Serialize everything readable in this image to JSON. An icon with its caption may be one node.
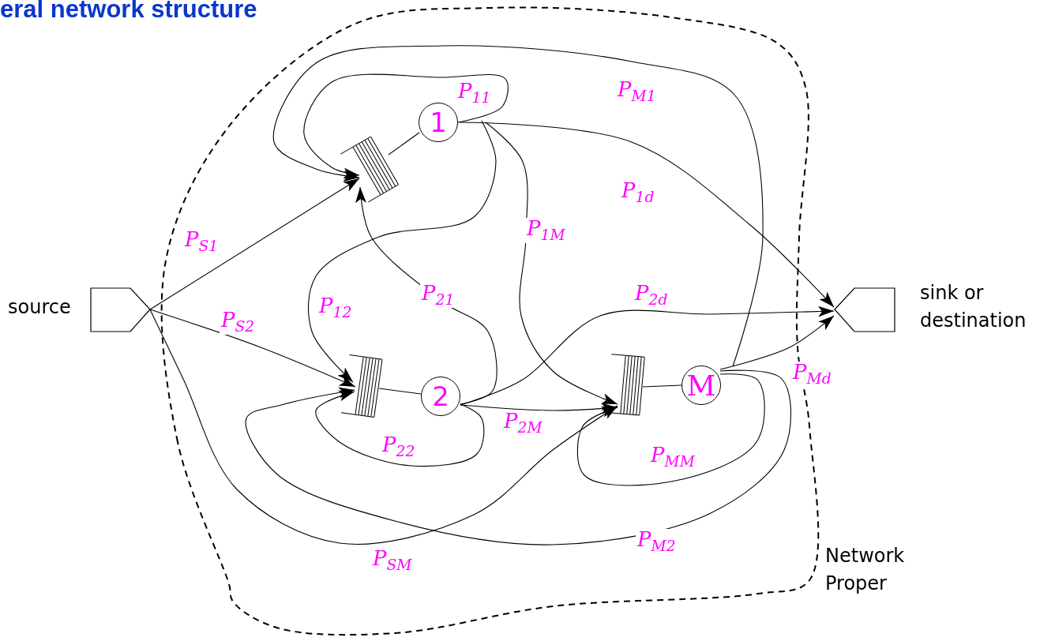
{
  "diagram": {
    "title": "eral network structure",
    "nodes": [
      {
        "text": [
          "Network Proper"
        ]
      },
      {
        "text": [],
        "shape": "box",
        "beside": [
          "source"
        ]
      },
      {
        "text": [],
        "shape": "bar",
        "in": 0
      },
      {
        "text": [
          "1"
        ],
        "in": 0
      },
      {
        "text": [],
        "shape": "bar",
        "in": 0
      },
      {
        "text": [
          "2"
        ],
        "in": 0
      },
      {
        "text": [],
        "shape": "bar",
        "in": 0
      },
      {
        "text": [
          "M"
        ],
        "in": 0
      },
      {
        "text": [],
        "shape": "box",
        "beside": [
          "sink or destination"
        ]
      }
    ],
    "edges": [
      {
        "from": 2,
        "to": 3,
        "arrow": "none"
      },
      {
        "from": 4,
        "to": 5,
        "arrow": "none"
      },
      {
        "from": 6,
        "to": 7,
        "arrow": "none"
      },
      {
        "from": 1,
        "to": 2,
        "arrow": "to",
        "label": "P$_{S1}$"
      },
      {
        "from": 1,
        "to": 4,
        "arrow": "to",
        "label": "P$_{S2}$"
      },
      {
        "from": 1,
        "to": 6,
        "arrow": "to",
        "label": "P$_{SM}$"
      },
      {
        "from": 3,
        "to": 2,
        "arrow": "to",
        "label": "P$_{11}$"
      },
      {
        "from": 3,
        "to": 4,
        "arrow": "to",
        "label": "P$_{12}$"
      },
      {
        "from": 3,
        "to": 6,
        "arrow": "to",
        "label": "P$_{1M}$"
      },
      {
        "from": 3,
        "to": 8,
        "arrow": "to",
        "label": "P$_{1d}$"
      },
      {
        "from": 5,
        "to": 2,
        "arrow": "to",
        "label": "P$_{21}$"
      },
      {
        "from": 5,
        "to": 4,
        "arrow": "to",
        "label": "P$_{22}$"
      },
      {
        "from": 5,
        "to": 6,
        "arrow": "to",
        "label": "P$_{2M}$"
      },
      {
        "from": 5,
        "to": 8,
        "arrow": "to",
        "label": "P$_{2d}$"
      },
      {
        "from": 7,
        "to": 2,
        "arrow": "to",
        "label": "P$_{M1}$"
      },
      {
        "from": 7,
        "to": 4,
        "arrow": "to",
        "label": "P$_{M2}$"
      },
      {
        "from": 7,
        "to": 6,
        "arrow": "to",
        "label": "P$_{MM}$"
      },
      {
        "from": 7,
        "to": 8,
        "arrow": "to",
        "label": "P$_{Md}$"
      }
    ]
  }
}
